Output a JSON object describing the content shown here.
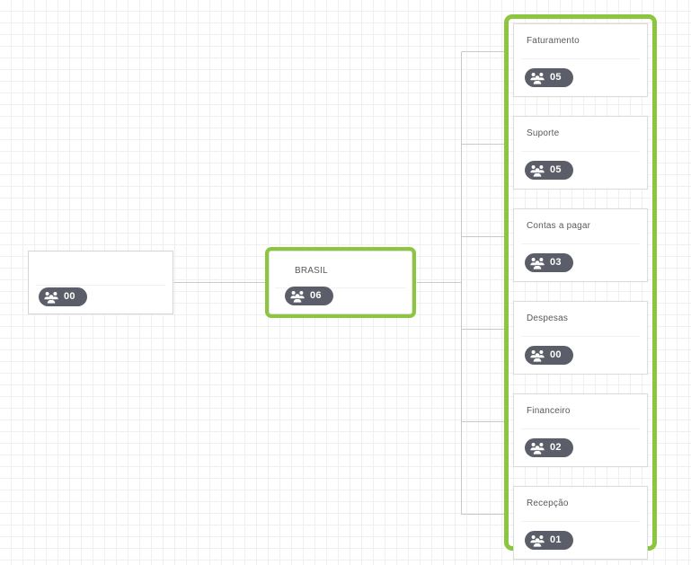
{
  "canvas": {
    "background_color": "#ffffff",
    "grid_color": "#f0f0f0",
    "grid_size": 13,
    "connector_color": "#c9c9c9",
    "accent_color": "#8cc63e",
    "badge_color": "#5b5d68",
    "title_color": "#58595b",
    "card_border_color": "#d5d5d5"
  },
  "nodes": {
    "root": {
      "title": "",
      "count": "00",
      "icon": "people-group-icon",
      "selected": false
    },
    "brasil": {
      "title": "BRASIL",
      "count": "06",
      "icon": "people-group-icon",
      "selected": true
    }
  },
  "group": {
    "selected": true,
    "children": [
      {
        "title": "Faturamento",
        "count": "05",
        "icon": "people-group-icon"
      },
      {
        "title": "Suporte",
        "count": "05",
        "icon": "people-group-icon"
      },
      {
        "title": "Contas a pagar",
        "count": "03",
        "icon": "people-group-icon"
      },
      {
        "title": "Despesas",
        "count": "00",
        "icon": "people-group-icon"
      },
      {
        "title": "Financeiro",
        "count": "02",
        "icon": "people-group-icon"
      },
      {
        "title": "Recepção",
        "count": "01",
        "icon": "people-group-icon"
      }
    ]
  }
}
